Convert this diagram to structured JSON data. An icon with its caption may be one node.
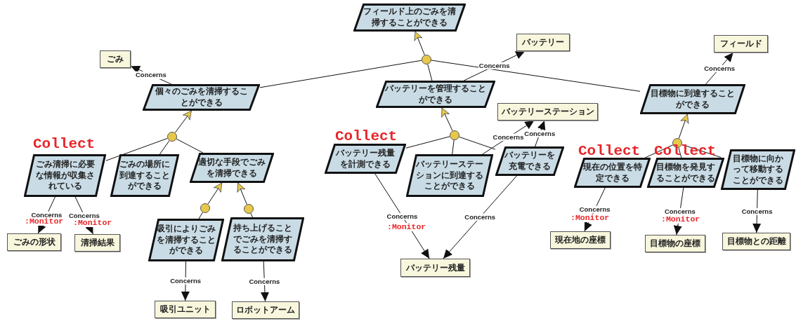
{
  "diagram": {
    "nodes": [
      {
        "text": [
          "フィールド上のごみを清掃することができる"
        ]
      },
      {
        "text": [],
        "shape": "circle"
      },
      {
        "text": [
          "バッテリー"
        ]
      },
      {
        "text": [
          "フィールド"
        ]
      },
      {
        "text": [
          "ごみ"
        ]
      },
      {
        "text": [
          "個々のごみを清掃することができる"
        ]
      },
      {
        "text": [
          "バッテリーを管理することができる"
        ]
      },
      {
        "text": [
          "目標物に到達することができる"
        ]
      },
      {
        "text": [
          "バッテリーステーション"
        ]
      },
      {
        "text": [],
        "shape": "circle"
      },
      {
        "text": [],
        "shape": "circle"
      },
      {
        "text": [],
        "shape": "circle"
      },
      {
        "text": [
          "ごみ清掃に必要な情報が収集されている"
        ],
        "beside": [
          "Collect"
        ]
      },
      {
        "text": [
          "ごみの場所に到達することができる"
        ]
      },
      {
        "text": [
          "適切な手段でごみを清掃できる"
        ]
      },
      {
        "text": [
          "バッテリー残量を計測できる"
        ],
        "beside": [
          "Collect"
        ]
      },
      {
        "text": [
          "バッテリーステーションに到達することができる"
        ]
      },
      {
        "text": [
          "バッテリーを充電できる"
        ]
      },
      {
        "text": [
          "現在の位置を特定できる"
        ],
        "beside": [
          "Collect"
        ]
      },
      {
        "text": [
          "目標物を発見することができる"
        ],
        "beside": [
          "Collect"
        ]
      },
      {
        "text": [
          "目標物に向かって移動することができる"
        ]
      },
      {
        "text": [],
        "shape": "circle"
      },
      {
        "text": [],
        "shape": "circle"
      },
      {
        "text": [
          "吸引によりごみを清掃することができる"
        ]
      },
      {
        "text": [
          "持ち上げることでごみを清掃することができる"
        ]
      },
      {
        "text": [
          "ごみの形状"
        ]
      },
      {
        "text": [
          "清掃結果"
        ]
      },
      {
        "text": [
          "現在地の座標"
        ]
      },
      {
        "text": [
          "目標物の座標"
        ]
      },
      {
        "text": [
          "目標物との距離"
        ]
      },
      {
        "text": [
          "バッテリー残量"
        ]
      },
      {
        "text": [
          "吸引ユニット"
        ]
      },
      {
        "text": [
          "ロボットアーム"
        ]
      }
    ],
    "edges": [
      {
        "from": 1,
        "to": 0,
        "arrow": "to"
      },
      {
        "from": 5,
        "to": 1,
        "arrow": "none"
      },
      {
        "from": 6,
        "to": 1,
        "arrow": "none"
      },
      {
        "from": 7,
        "to": 1,
        "arrow": "none"
      },
      {
        "from": 5,
        "to": 4,
        "arrow": "to",
        "label": "Concerns"
      },
      {
        "from": 6,
        "to": 2,
        "arrow": "to",
        "label": "Concerns"
      },
      {
        "from": 7,
        "to": 3,
        "arrow": "to",
        "label": "Concerns"
      },
      {
        "from": 9,
        "to": 5,
        "arrow": "to"
      },
      {
        "from": 12,
        "to": 9,
        "arrow": "none"
      },
      {
        "from": 13,
        "to": 9,
        "arrow": "none"
      },
      {
        "from": 14,
        "to": 9,
        "arrow": "none"
      },
      {
        "from": 10,
        "to": 6,
        "arrow": "to"
      },
      {
        "from": 15,
        "to": 10,
        "arrow": "none"
      },
      {
        "from": 16,
        "to": 10,
        "arrow": "none"
      },
      {
        "from": 17,
        "to": 10,
        "arrow": "none"
      },
      {
        "from": 16,
        "to": 8,
        "arrow": "to",
        "label": "Concerns"
      },
      {
        "from": 17,
        "to": 8,
        "arrow": "to",
        "label": "Concerns"
      },
      {
        "from": 11,
        "to": 7,
        "arrow": "to"
      },
      {
        "from": 18,
        "to": 11,
        "arrow": "none"
      },
      {
        "from": 19,
        "to": 11,
        "arrow": "none"
      },
      {
        "from": 20,
        "to": 11,
        "arrow": "none"
      },
      {
        "from": 21,
        "to": 14,
        "arrow": "to"
      },
      {
        "from": 23,
        "to": 21,
        "arrow": "none"
      },
      {
        "from": 22,
        "to": 14,
        "arrow": "to"
      },
      {
        "from": 24,
        "to": 22,
        "arrow": "none"
      },
      {
        "from": 12,
        "to": 25,
        "arrow": "to",
        "label": "Concerns"
      },
      {
        "from": 12,
        "to": 26,
        "arrow": "to",
        "label": "Concerns"
      },
      {
        "from": 15,
        "to": 30,
        "arrow": "to",
        "label": "Concerns"
      },
      {
        "from": 17,
        "to": 30,
        "arrow": "to",
        "label": "Concerns"
      },
      {
        "from": 18,
        "to": 27,
        "arrow": "to",
        "label": "Concerns"
      },
      {
        "from": 19,
        "to": 28,
        "arrow": "to",
        "label": "Concerns"
      },
      {
        "from": 20,
        "to": 29,
        "arrow": "to",
        "label": "Concerns"
      },
      {
        "from": 23,
        "to": 31,
        "arrow": "to",
        "label": "Concerns"
      },
      {
        "from": 24,
        "to": 32,
        "arrow": "to",
        "label": "Concerns"
      }
    ],
    "labels": [
      ":Monitor",
      ":Monitor",
      ":Monitor",
      ":Monitor",
      ":Monitor"
    ]
  }
}
